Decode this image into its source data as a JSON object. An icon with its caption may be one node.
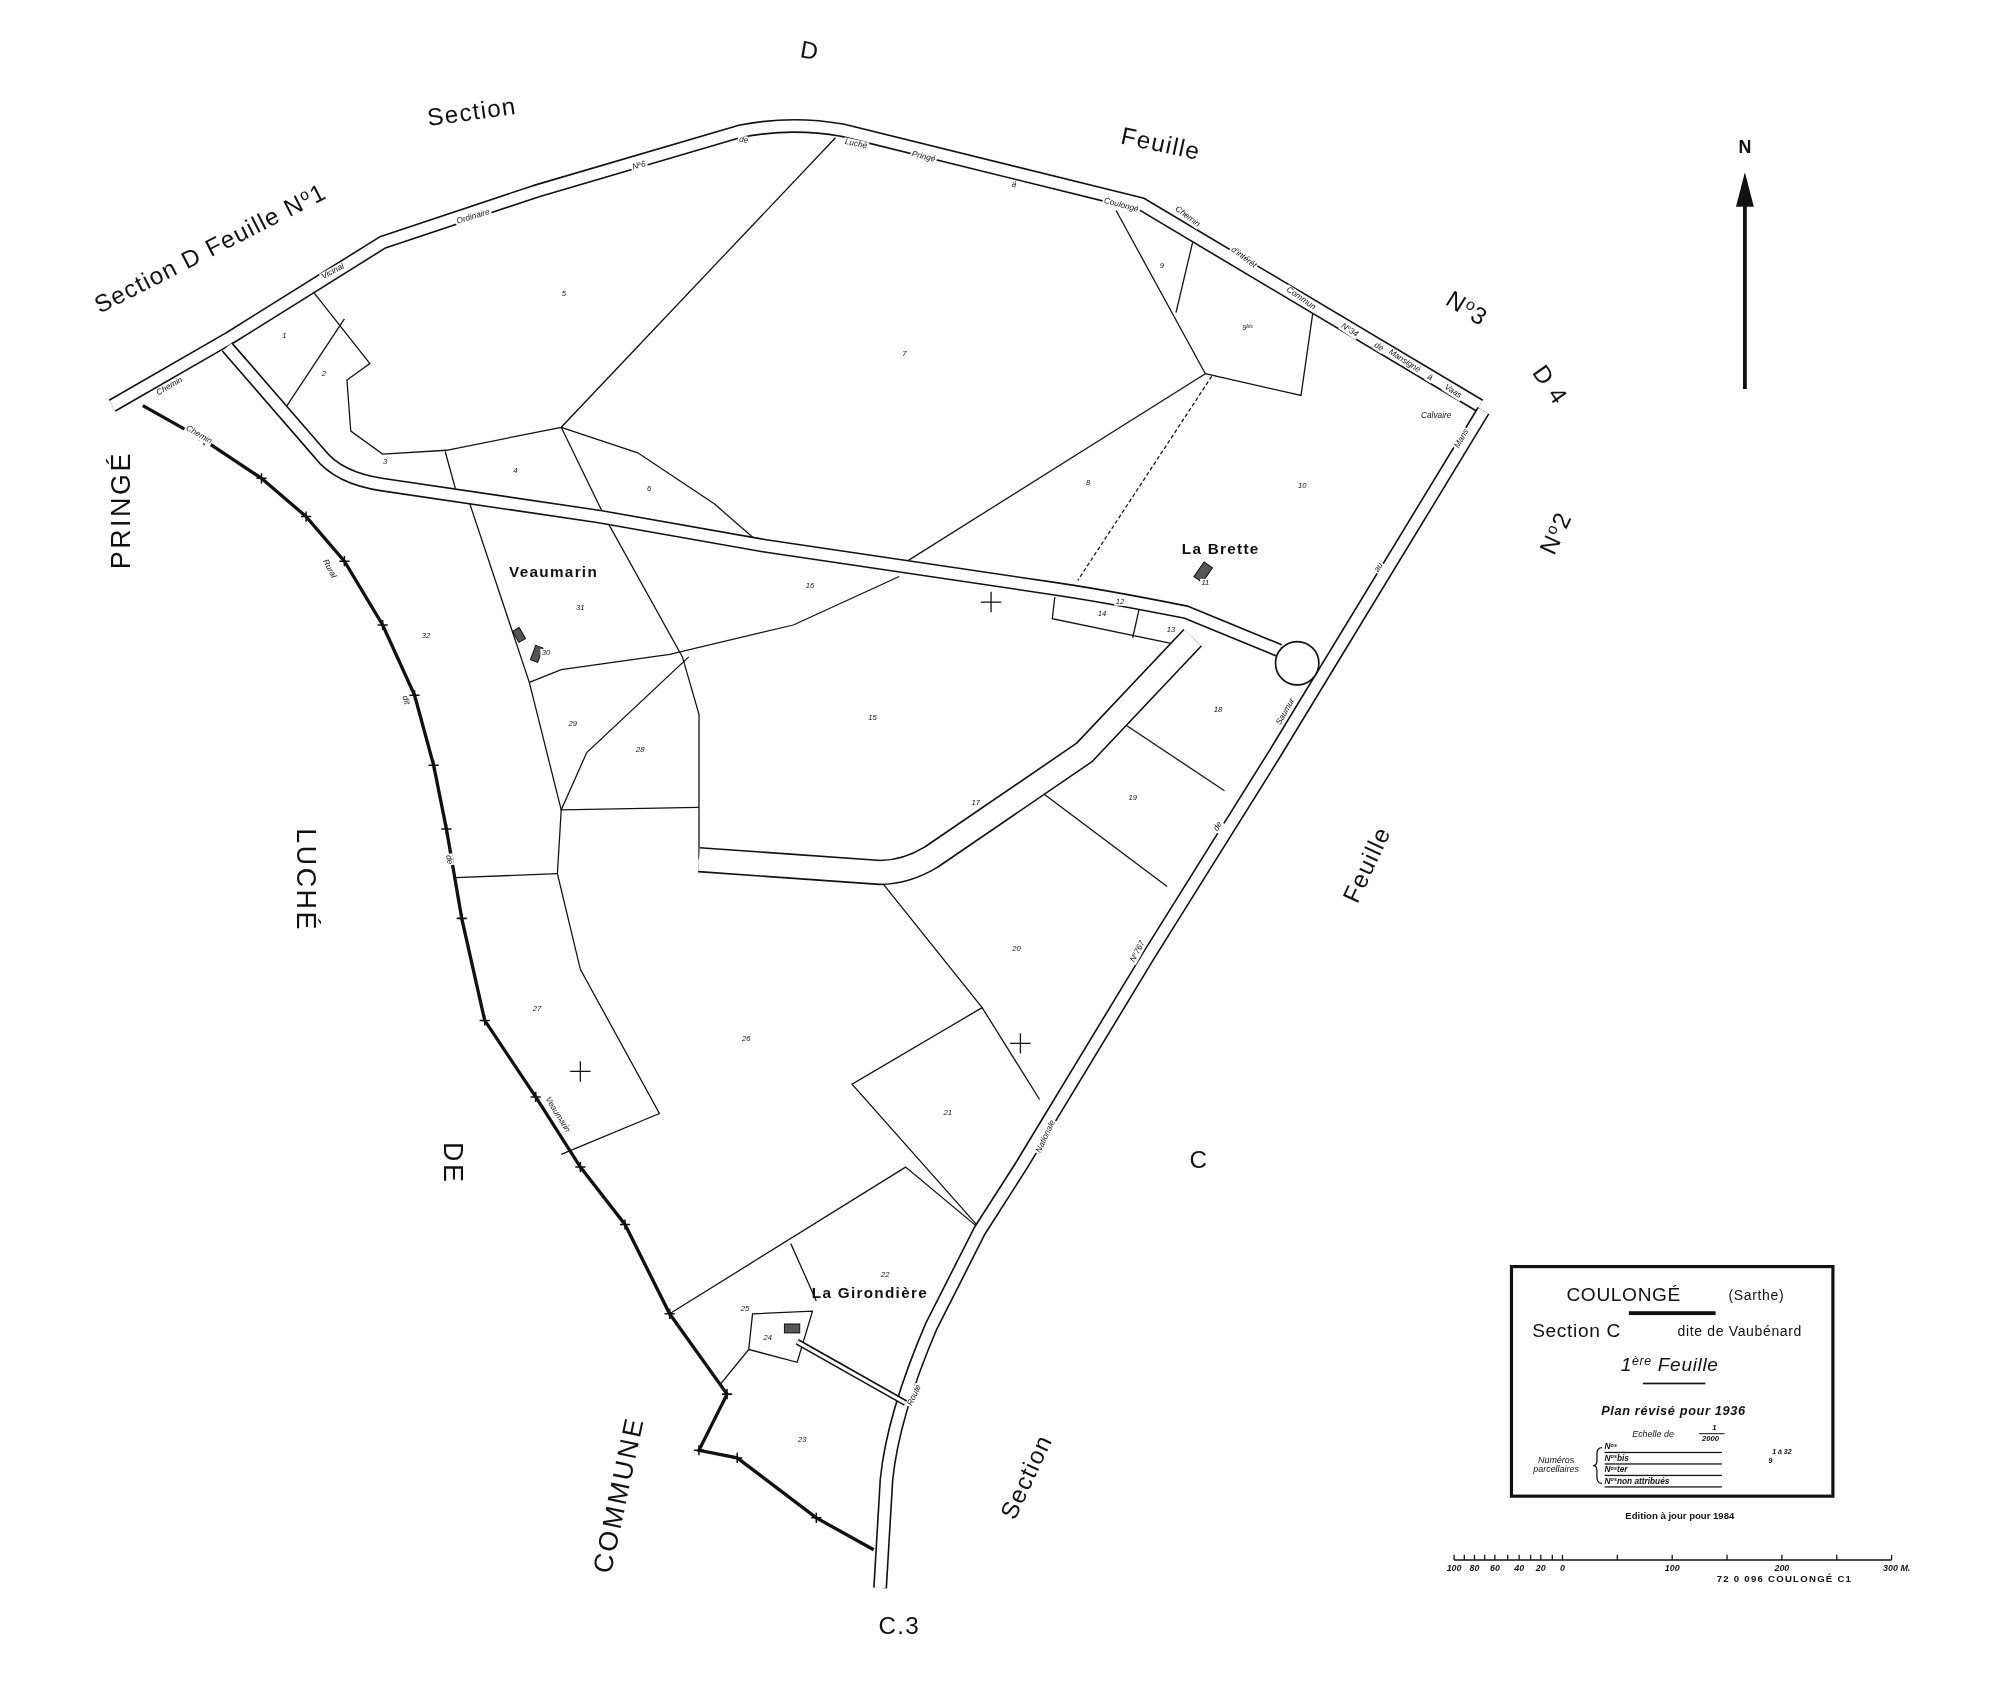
{
  "diagram": {
    "labels": [
      "Section D Feuille N$^{o}$1",
      "Section",
      "D",
      "Feuille",
      "N$^{o}$3",
      "D 4",
      "N$^{o}$2",
      "Feuille",
      "C",
      "Section",
      "C.3",
      "COMMUNE",
      "DE",
      "LUCHÉ",
      "PRINGÉ",
      "Chemin",
      "Vicinal",
      "Ordinaire",
      "N$^{o}$6",
      "de",
      "Luché",
      "Pringé",
      "à",
      "Coulongé",
      "Chemin",
      "d'intérêt",
      "Commun",
      "N$^{o}$34",
      "de",
      "Mansigné",
      "à",
      "Vaas",
      "Calvaire",
      "Chemin",
      "Rural",
      "dit",
      "de",
      "Veaumarin",
      "Route",
      "Nationale",
      "N$^{o}$767",
      "de",
      "Saumur",
      "au",
      "Mans",
      "Veaumarin",
      "La Brette",
      "La Girondière",
      "1",
      "2",
      "3",
      "4",
      "5",
      "6",
      "7",
      "8",
      "9",
      "9$^{bis}$",
      "10",
      "11",
      "12",
      "13",
      "14",
      "15",
      "16",
      "17",
      "18",
      "19",
      "20",
      "21",
      "22",
      "23",
      "24",
      "25",
      "26",
      "27",
      "28",
      "29",
      "30",
      "31",
      "32",
      "N",
      "COULONGÉ",
      "(Sarthe)",
      "Section C",
      "dite de Vaubénard",
      "1$^{ère}$ Feuille",
      "Plan révisé pour 1936",
      "Echelle de",
      "1",
      "2000",
      "Numéros parcellaires",
      "N$^{os}$",
      "N$^{os}$bis",
      "N$^{os}$ter",
      "N$^{os}$non attribués",
      "1 à 32",
      "9",
      "Edition à jour pour 1984",
      "100",
      "80",
      "60",
      "40",
      "20",
      "0",
      "100",
      "200",
      "300 M.",
      "72 0 096 COULONGÉ C1"
    ]
  }
}
